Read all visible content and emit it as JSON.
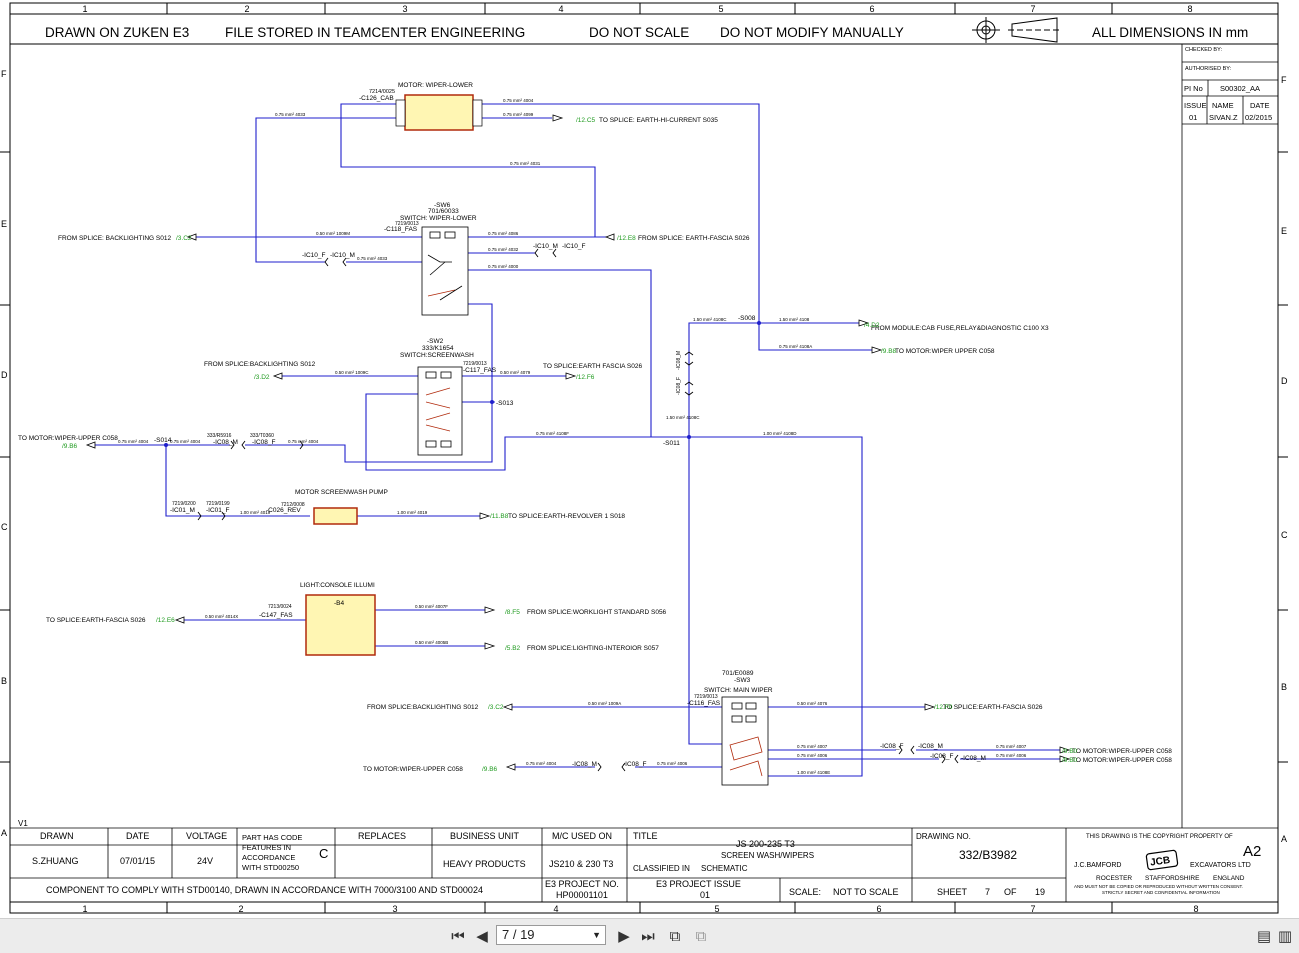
{
  "frame": {
    "col_numbers": [
      "1",
      "2",
      "3",
      "4",
      "5",
      "6",
      "7",
      "8"
    ],
    "row_letters": [
      "F",
      "E",
      "D",
      "C",
      "B",
      "A"
    ]
  },
  "header": {
    "drawn_on": "DRAWN ON ZUKEN E3",
    "file_stored": "FILE STORED IN TEAMCENTER ENGINEERING",
    "do_not_scale": "DO NOT SCALE",
    "do_not_modify": "DO NOT MODIFY MANUALLY",
    "dimensions": "ALL DIMENSIONS IN mm"
  },
  "approval": {
    "checked_by": "CHECKED BY:",
    "authorised_by": "AUTHORISED BY:",
    "pi_no_label": "PI No",
    "pi_no_value": "S00302_AA",
    "issue_label": "ISSUE",
    "name_label": "NAME",
    "date_label": "DATE",
    "issue_value": "01",
    "name_value": "SIVAN.Z",
    "date_value": "02/2015"
  },
  "components": {
    "motor_lower_title": "MOTOR: WIPER-LOWER",
    "motor_lower_part": "7214/0025",
    "motor_lower_conn": "-C126_CAB",
    "sw6_ref": "-SW6",
    "sw6_part": "701/60033",
    "sw6_title": "SWITCH: WIPER-LOWER",
    "sw6_conn_part": "7219/0013",
    "sw6_conn": "-C118_FAS",
    "sw2_ref": "-SW2",
    "sw2_part": "333/K1654",
    "sw2_title": "SWITCH:SCREENWASH",
    "sw2_conn_part": "7219/0013",
    "sw2_conn": "-C117_FAS",
    "pump_title": "MOTOR SCREENWASH PUMP",
    "pump_part": "7212/0008",
    "pump_conn": "-C026_REV",
    "light_title": "LIGHT:CONSOLE ILLUMI",
    "light_ref": "-B4",
    "light_part": "7213/0024",
    "light_conn": "-C147_FAS",
    "sw3_part": "701/E0089",
    "sw3_ref": "-SW3",
    "sw3_title": "SWITCH: MAIN WIPER",
    "sw3_conn_part": "7219/0013",
    "sw3_conn": "-C116_FAS"
  },
  "signals": {
    "to_earth_hi_current": "TO SPLICE: EARTH-HI-CURRENT S035",
    "to_earth_hi_current_ref": "/12.C5",
    "from_backlighting_1": "FROM SPLICE: BACKLIGHTING S012",
    "from_backlighting_1_ref": "/3.C2",
    "from_earth_fascia": "FROM SPLICE: EARTH-FASCIA S026",
    "from_earth_fascia_ref": "/12.E8",
    "to_module_cab": "FROM MODULE:CAB FUSE,RELAY&DIAGNOSTIC C100 X3",
    "to_module_cab_ref": "/4.D2",
    "to_wiper_upper_1": "TO MOTOR:WIPER UPPER C058",
    "to_wiper_upper_1_ref": "/9.B8",
    "from_backlighting_2": "FROM SPLICE:BACKLIGHTING S012",
    "from_backlighting_2_ref": "/3.D2",
    "to_earth_fascia_2": "TO SPLICE:EARTH FASCIA S026",
    "to_earth_fascia_2_ref": "/12.F6",
    "to_wiper_upper_2": "TO MOTOR:WIPER-UPPER C058",
    "to_wiper_upper_2_ref": "/9.B6",
    "to_earth_revolver": "TO SPLICE:EARTH-REVOLVER 1 S018",
    "to_earth_revolver_ref": "/11.B8",
    "to_earth_fascia_3": "TO SPLICE:EARTH-FASCIA S026",
    "to_earth_fascia_3_ref": "/12.E6",
    "from_worklight": "FROM SPLICE:WORKLIGHT STANDARD S056",
    "from_worklight_ref": "/8.F5",
    "from_lighting_int": "FROM SPLICE:LIGHTING-INTEROIOR S057",
    "from_lighting_int_ref": "/5.B2",
    "from_backlighting_3": "FROM SPLICE:BACKLIGHTING S012",
    "from_backlighting_3_ref": "/3.C2",
    "to_earth_fascia_4": "TO SPLICE:EARTH-FASCIA S026",
    "to_earth_fascia_4_ref": "/12.F0",
    "to_wiper_upper_3": "TO MOTOR:WIPER-UPPER C058",
    "to_wiper_upper_4": "TO MOTOR:WIPER-UPPER C058",
    "to_wiper_upper_34_ref": "/9.B0",
    "to_wiper_upper_5": "TO MOTOR:WIPER-UPPER C058",
    "to_wiper_upper_5_ref": "/9.B6"
  },
  "nodes": {
    "s008": "-S008",
    "s013": "-S013",
    "s011": "-S011",
    "s014": "-S014",
    "ic10_m_a": "-IC10_M",
    "ic10_f_a": "-IC10_F",
    "ic10_f_b": "-IC10_F",
    "ic10_m_b": "-IC10_M",
    "ic08_m_v": "-IC08_M",
    "ic08_f_v": "-IC08_F",
    "ic08_m_a": "-IC08_M",
    "ic08_f_a": "-IC08_F",
    "ic01_m": "-IC01_M",
    "ic01_f": "-IC01_F",
    "ic08_f_b": "-IC08_F",
    "ic08_m_b": "-IC08_M",
    "ic08_f_c": "-IC08_F",
    "ic08_m_c": "-IC08_M",
    "ic08_m_d": "-IC08_M",
    "ic08_f_d": "-IC08_F",
    "part_333_r5916": "333/R5916",
    "part_333_t0360": "333/T0360",
    "part_7219_0200": "7219/0200",
    "part_7219_0199": "7219/0199"
  },
  "wires": {
    "w_075_4004": "0.75 mm² 4004",
    "w_075_4033": "0.75 mm² 4033",
    "w_075_4099": "0.75 mm² 4099",
    "w_075_4031": "0.75 mm² 4031",
    "w_050_1009m": "0.50 mm² 1009M",
    "w_075_4086": "0.75 mm² 4086",
    "w_075_4032": "0.75 mm² 4032",
    "w_075_4000": "0.75 mm² 4000",
    "w_150_4108c": "1.50 mm² 4108C",
    "w_150_4108": "1.50 mm² 4108",
    "w_075_4108a": "0.75 mm² 4108A",
    "w_050_1009c": "0.50 mm² 1009C",
    "w_050_4079": "0.50 mm² 4079",
    "w_075_4108f": "0.75 mm² 4108F",
    "w_100_4108d": "1.00 mm² 4108D",
    "w_100_4019": "1.00 mm² 4019",
    "w_050_4014x": "0.50 mm² 4014X",
    "w_050_4007f": "0.50 mm² 4007F",
    "w_050_4005b": "0.50 mm² 4005B",
    "w_050_1009a": "0.50 mm² 1009A",
    "w_050_4076": "0.50 mm² 4076",
    "w_075_4007": "0.75 mm² 4007",
    "w_075_4006": "0.75 mm² 4006",
    "w_100_4108e": "1.00 mm² 4108E"
  },
  "title_block": {
    "drawn_label": "DRAWN",
    "drawn_value": "S.ZHUANG",
    "date_label": "DATE",
    "date_value": "07/01/15",
    "voltage_label": "VOLTAGE",
    "voltage_value": "24V",
    "part_code_1": "PART HAS CODE",
    "part_code_2": "FEATURES IN",
    "part_code_3": "ACCORDANCE",
    "part_code_4": "WITH STD00250",
    "part_code_value": "C",
    "replaces_label": "REPLACES",
    "business_unit_label": "BUSINESS UNIT",
    "business_unit_value": "HEAVY PRODUCTS",
    "mc_used_label": "M/C USED ON",
    "mc_used_value": "JS210 & 230 T3",
    "title_label": "TITLE",
    "title_line1": "JS 200-235  T3",
    "title_line2": "SCREEN WASH/WIPERS",
    "classified_label": "CLASSIFIED IN",
    "classified_value": "SCHEMATIC",
    "drawing_no_label": "DRAWING NO.",
    "drawing_no_value": "332/B3982",
    "copyright": "THIS DRAWING IS THE COPYRIGHT PROPERTY OF",
    "size": "A2",
    "company_left": "J.C.BAMFORD",
    "company_right": "EXCAVATORS LTD",
    "logo_text": "JCB",
    "address_1": "ROCESTER",
    "address_2": "STAFFORDSHIRE",
    "address_3": "ENGLAND",
    "notice_1": "AND MUST NOT BE COPIED OR REPRODUCED WITHOUT WRITTEN CONSENT.",
    "notice_2": "STRICTLY SECRET AND CONFIDENTIAL INFORMATION",
    "comply_note": "COMPONENT TO COMPLY WITH STD00140, DRAWN IN ACCORDANCE WITH 7000/3100 AND STD00024",
    "e3_project_label": "E3 PROJECT NO.",
    "e3_project_value": "HP00001101",
    "e3_issue_label": "E3 PROJECT ISSUE",
    "e3_issue_value": "01",
    "scale_label": "SCALE:",
    "scale_value": "NOT TO SCALE",
    "sheet_label": "SHEET",
    "sheet_value": "7",
    "of_label": "OF",
    "sheet_total": "19",
    "version": "V1"
  },
  "viewer": {
    "page_indicator": "7 / 19"
  },
  "colors": {
    "wire": "#1f1fcc",
    "component_fill": "#fff6b3",
    "component_border": "#b02a0c",
    "xref_green": "#1e9a1e",
    "wire_id_blue": "#3a66d8"
  }
}
